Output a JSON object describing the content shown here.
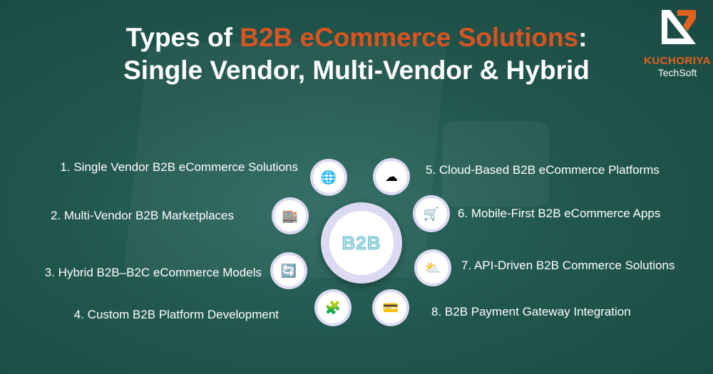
{
  "title": {
    "line1_pre": "Types of ",
    "line1_highlight": "B2B eCommerce Solutions",
    "line1_post": ":",
    "line2": "Single Vendor, Multi-Vendor & Hybrid"
  },
  "logo": {
    "brand": "KUCHORIYA",
    "sub": "TechSoft"
  },
  "center": {
    "label": "B2B"
  },
  "items": [
    {
      "label": "1. Single Vendor B2B eCommerce Solutions",
      "icon": "globe-network-icon"
    },
    {
      "label": "2. Multi-Vendor B2B Marketplaces",
      "icon": "marketplace-buildings-icon"
    },
    {
      "label": "3. Hybrid B2B–B2C eCommerce Models",
      "icon": "exchange-people-icon"
    },
    {
      "label": "4. Custom B2B Platform Development",
      "icon": "development-devices-icon"
    },
    {
      "label": "5. Cloud-Based B2B eCommerce Platforms",
      "icon": "cloud-network-icon"
    },
    {
      "label": "6. Mobile-First B2B eCommerce Apps",
      "icon": "mobile-shop-icon"
    },
    {
      "label": "7. API-Driven B2B Commerce Solutions",
      "icon": "api-cloud-icon"
    },
    {
      "label": "8. B2B Payment Gateway Integration",
      "icon": "payment-gateway-icon"
    }
  ],
  "colors": {
    "background": "#21574e",
    "accent": "#d9541e",
    "ring": "#dcdaf2"
  }
}
